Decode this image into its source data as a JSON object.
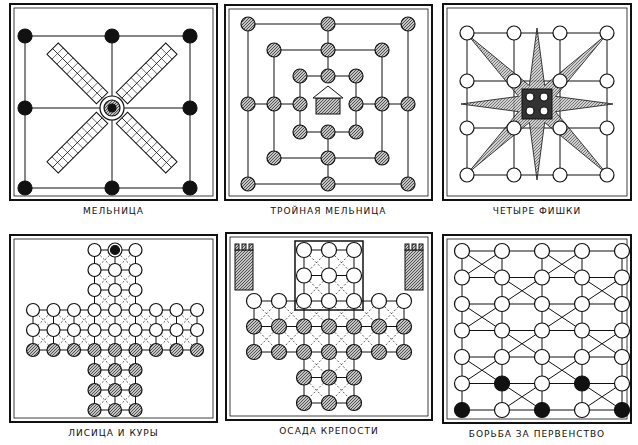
{
  "diagram": {
    "nodes": [
      {
        "text": [
          "МЕЛЬНИЦА"
        ]
      },
      {
        "text": [
          "ТРОЙНАЯ МЕЛЬНИЦА"
        ]
      },
      {
        "text": [
          "ЧЕТЫРЕ ФИШКИ"
        ]
      },
      {
        "text": [
          "ЛИСИЦА И КУРЫ"
        ]
      },
      {
        "text": [
          "ОСАДА КРЕПОСТИ"
        ]
      },
      {
        "text": [
          "БОРЬБА ЗА ПЕРВЕНСТВО"
        ]
      }
    ]
  }
}
